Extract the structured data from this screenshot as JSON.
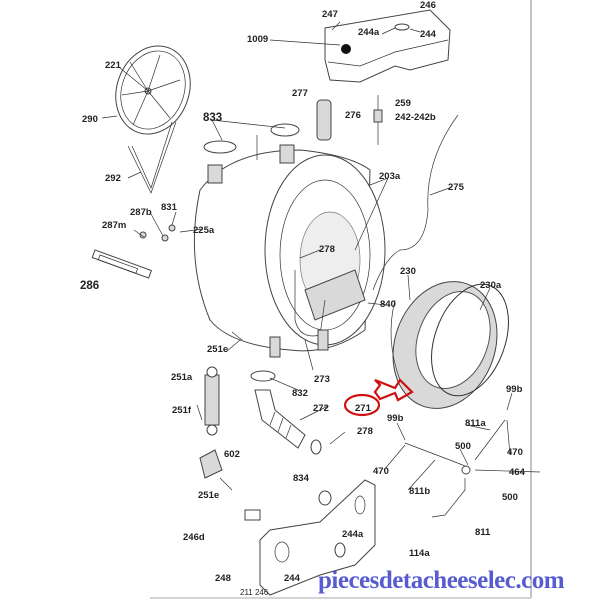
{
  "title": "Washing machine tub assembly exploded parts diagram",
  "highlighted_part": "271",
  "colors": {
    "highlight": "#d01010",
    "watermark": "#3a3fc8"
  },
  "labels": {
    "l247": "247",
    "l246": "246",
    "l1009": "1009",
    "l244a_top": "244a",
    "l244_top": "244",
    "l221": "221",
    "l290": "290",
    "l277": "277",
    "l259": "259",
    "l276": "276",
    "l242": "242-242b",
    "l833": "833",
    "l292": "292",
    "l203a": "203a",
    "l275": "275",
    "l831": "831",
    "l287b": "287b",
    "l225a": "225a",
    "l287m": "287m",
    "l278_top": "278",
    "l286": "286",
    "l230": "230",
    "l230a": "230a",
    "l840": "840",
    "l251e_a": "251e",
    "l251a": "251a",
    "l273": "273",
    "l832": "832",
    "l99b_r": "99b",
    "l271": "271",
    "l251f": "251f",
    "l272": "272",
    "l99b_l": "99b",
    "l811a": "811a",
    "l278_bot": "278",
    "l500_a": "500",
    "l470_r": "470",
    "l602": "602",
    "l470_l": "470",
    "l464": "464",
    "l811b": "811b",
    "l834": "834",
    "l500_b": "500",
    "l251e_b": "251e",
    "l246d": "246d",
    "l811": "811",
    "l244a_bot": "244a",
    "l114a": "114a",
    "l248": "248",
    "l244_bot": "244",
    "l211_246": "211  246"
  },
  "watermark": "piecesdetacheeselec.com"
}
